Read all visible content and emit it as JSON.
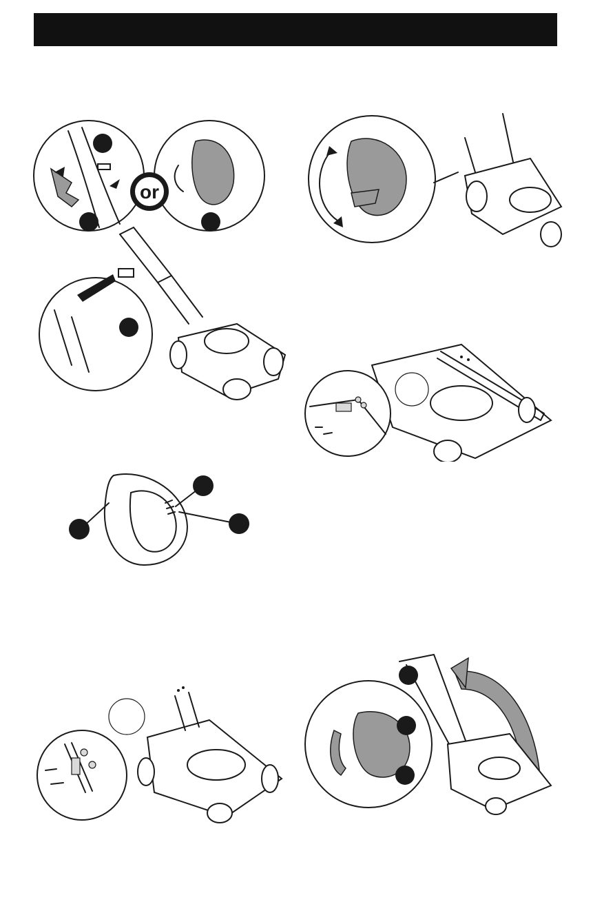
{
  "page": {
    "header_text": ""
  },
  "figures": {
    "handle_knob": {
      "badge_text": "or"
    }
  },
  "icons": {
    "callout_marker": "black-circle",
    "rotate_arrow": "curved-arrow",
    "insert_arrow": "straight-arrow"
  },
  "colors": {
    "header": "#111111",
    "ink": "#1a1a1a",
    "arrow_fill": "#9a9a9a",
    "background": "#ffffff"
  }
}
